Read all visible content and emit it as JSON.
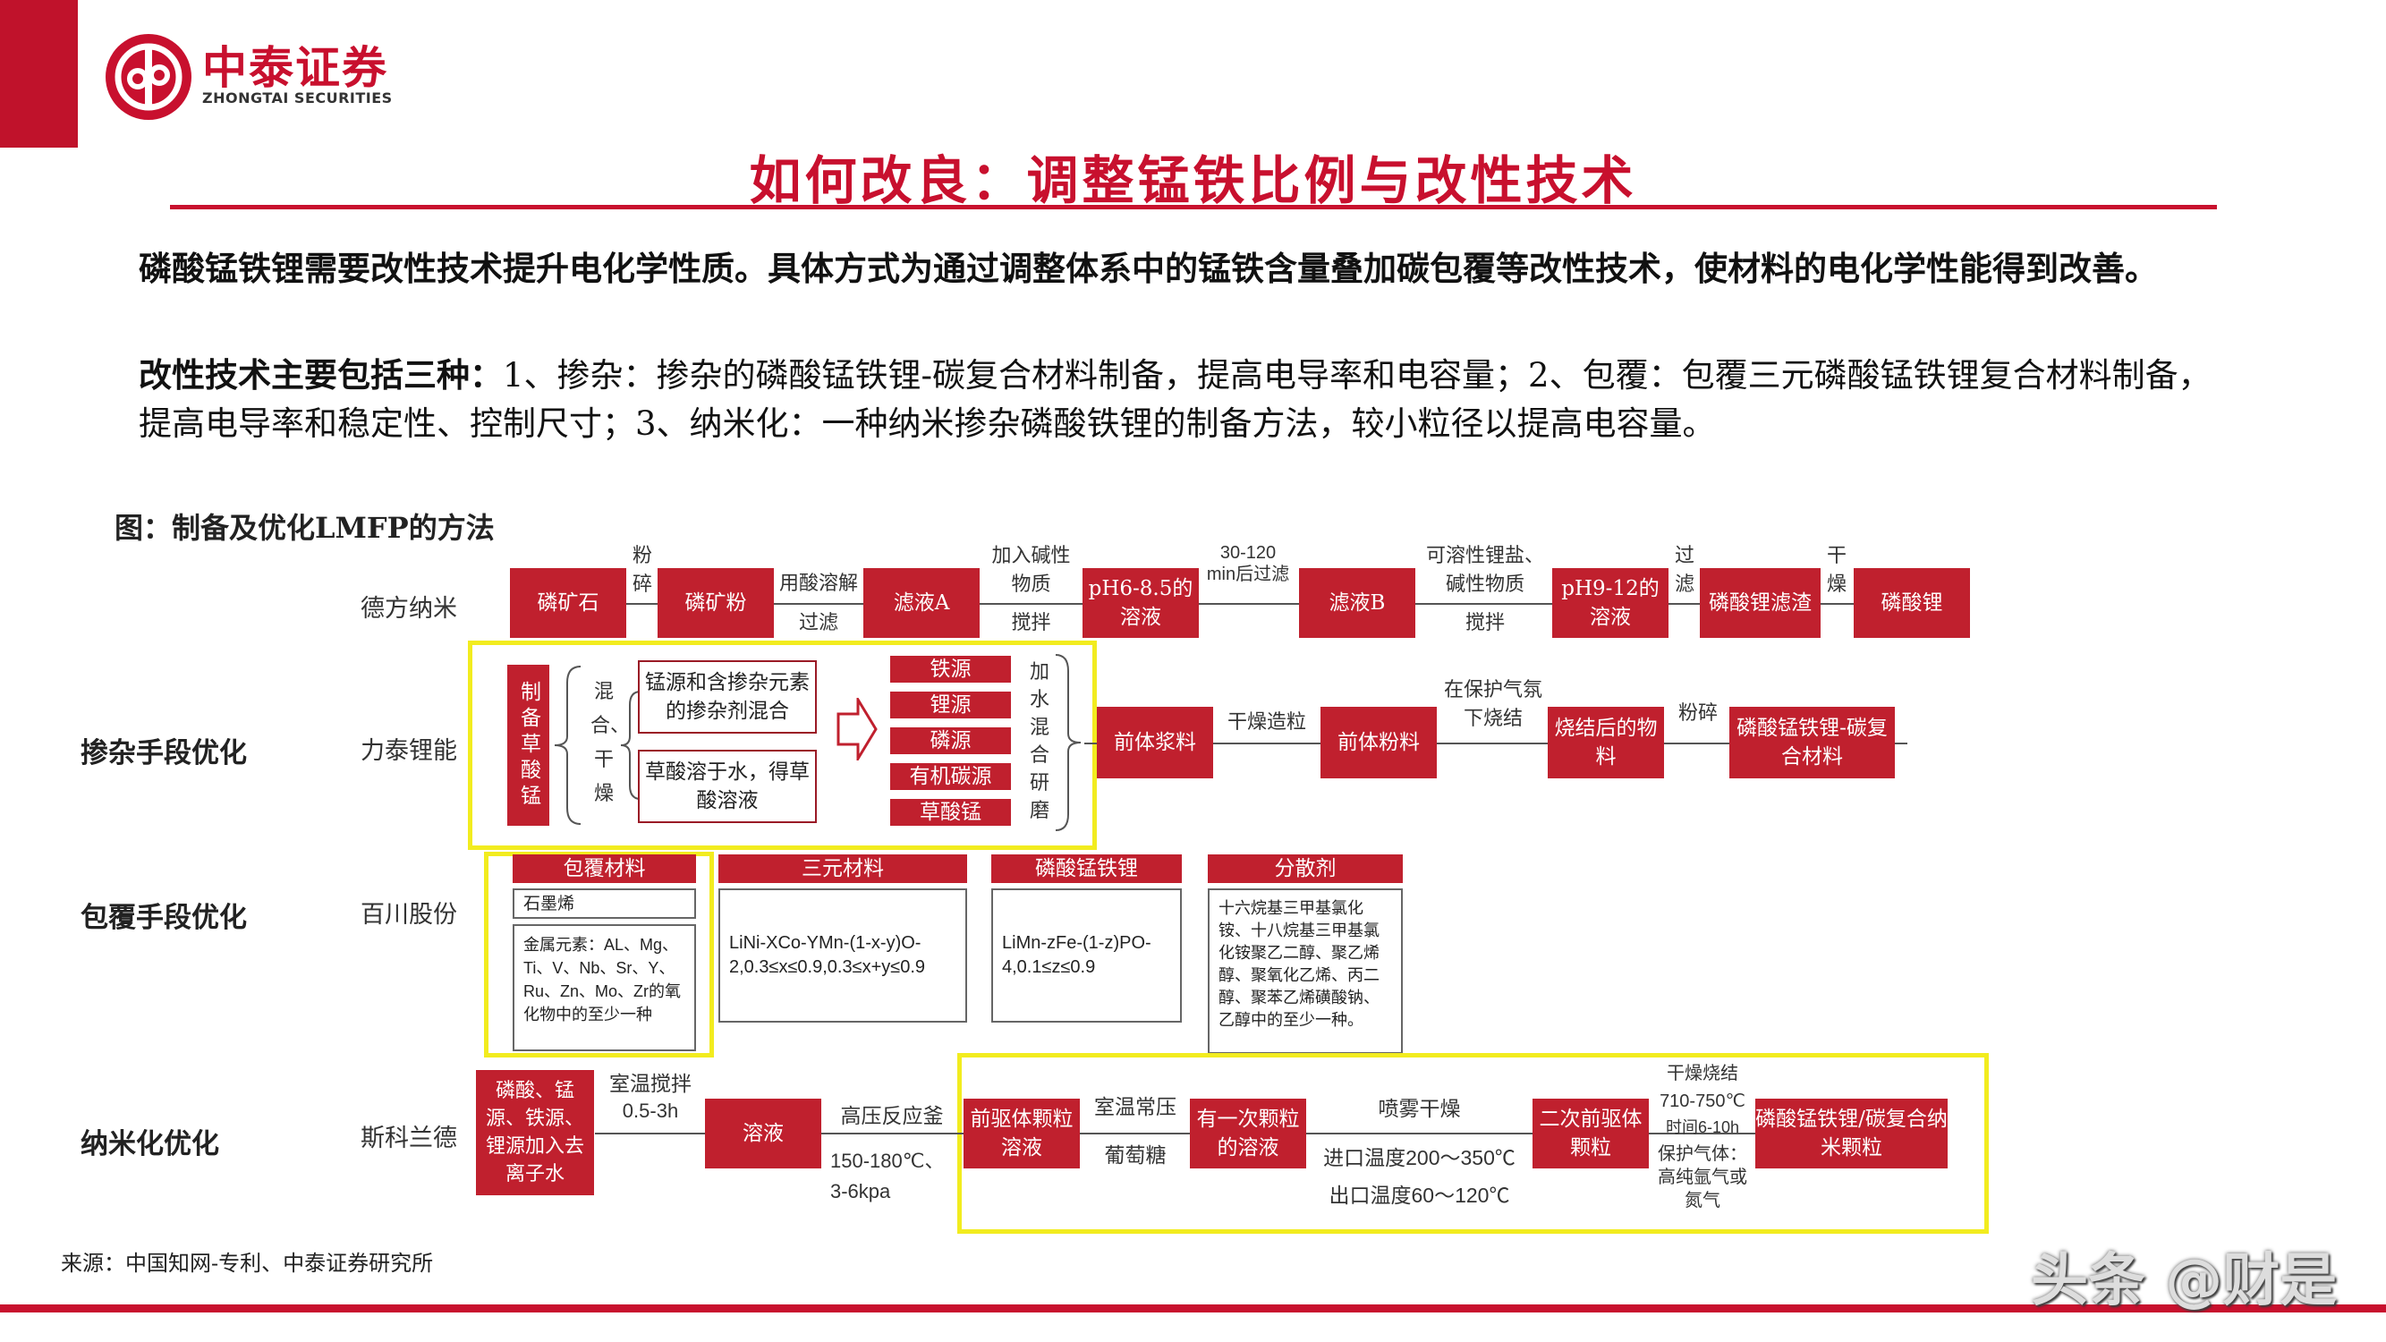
{
  "header": {
    "logo_name": "中泰证券",
    "logo_sub": "ZHONGTAI SECURITIES",
    "title": "如何改良：调整锰铁比例与改性技术"
  },
  "body": {
    "para1": "磷酸锰铁锂需要改性技术提升电化学性质。具体方式为通过调整体系中的锰铁含量叠加碳包覆等改性技术，使材料的电化学性能得到改善。",
    "para2_lead": "改性技术主要包括三种：",
    "para2_rest": "1、掺杂：掺杂的磷酸锰铁锂-碳复合材料制备，提高电导率和电容量；2、包覆：包覆三元磷酸锰铁锂复合材料制备，提高电导率和稳定性、控制尺寸；3、纳米化：一种纳米掺杂磷酸铁锂的制备方法，较小粒径以提高电容量。"
  },
  "figure": {
    "title": "图：制备及优化LMFP的方法",
    "row_labels": [
      "掺杂手段优化",
      "包覆手段优化",
      "纳米化优化"
    ],
    "companies": [
      "德方纳米",
      "力泰锂能",
      "百川股份",
      "斯科兰德"
    ],
    "r1": {
      "boxes": [
        "磷矿石",
        "磷矿粉",
        "滤液A",
        "pH6-8.5的溶液",
        "滤液B",
        "pH9-12的溶液",
        "磷酸锂滤渣",
        "磷酸锂"
      ],
      "labels": [
        "粉碎",
        "用酸溶解",
        "过滤",
        "加入碱性物质",
        "搅拌",
        "30-120 min后过滤",
        "可溶性锂盐、碱性物质",
        "搅拌",
        "过滤",
        "干燥"
      ]
    },
    "r2": {
      "prep": "制备草酸锰",
      "mix": "混合、干燥",
      "box_a": "锰源和含掺杂元素的掺杂剂混合",
      "box_b": "草酸溶于水，得草酸溶液",
      "list": [
        "铁源",
        "锂源",
        "磷源",
        "有机碳源",
        "草酸锰"
      ],
      "grind": "加水混合研磨",
      "boxes": [
        "前体浆料",
        "前体粉料",
        "烧结后的物料",
        "磷酸锰铁锂-碳复合材料"
      ],
      "labels": [
        "干燥造粒",
        "在保护气氛下烧结",
        "粉碎"
      ]
    },
    "r3": {
      "headers": [
        "包覆材料",
        "三元材料",
        "磷酸锰铁锂",
        "分散剂"
      ],
      "graphene": "石墨烯",
      "metal": "金属元素：AL、Mg、Ti、V、Nb、Sr、Y、Ru、Zn、Mo、Zr的氧化物中的至少一种",
      "ternary": "LiNi-XCo-YMn-(1-x-y)O-2,0.3≤x≤0.9,0.3≤x+y≤0.9",
      "lmfp": "LiMn-zFe-(1-z)PO-4,0.1≤z≤0.9",
      "dispersant": "十六烷基三甲基氯化铵、十八烷基三甲基氯化铵聚乙二醇、聚乙烯醇、聚氧化乙烯、丙二醇、聚苯乙烯磺酸钠、乙醇中的至少一种。"
    },
    "r4": {
      "start": "磷酸、锰源、铁源、锂源加入去离子水",
      "boxes": [
        "溶液",
        "前驱体颗粒溶液",
        "有一次颗粒的溶液",
        "二次前驱体颗粒",
        "磷酸锰铁锂/碳复合纳米颗粒"
      ],
      "stir": "室温搅拌",
      "stir_time": "0.5-3h",
      "reactor": "高压反应釜",
      "temp": "150-180℃、",
      "pressure": "3-6kpa",
      "pressing": "室温常压",
      "glucose": "葡萄糖",
      "spray": "喷雾干燥",
      "inlet": "进口温度200～350℃",
      "outlet": "出口温度60～120℃",
      "sinter": "干燥烧结",
      "sinter_temp": "710-750℃",
      "sinter_time": "时间6-10h",
      "gas": "保护气体：高纯氩气或氮气"
    }
  },
  "source": "来源：中国知网-专利、中泰证券研究所",
  "watermark": "头条 @财是",
  "colors": {
    "brand": "#c8102e",
    "box": "#c0202e",
    "highlight": "#f2ec1f"
  }
}
